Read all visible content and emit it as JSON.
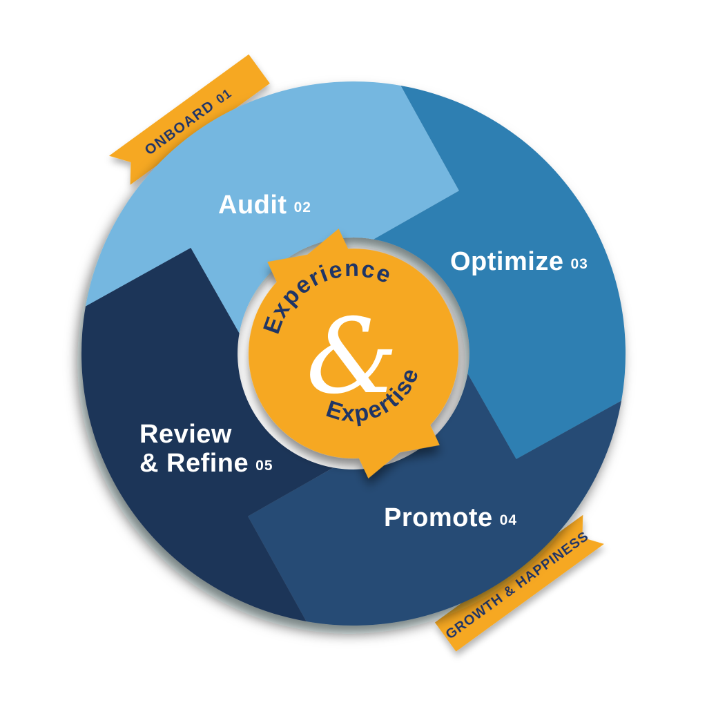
{
  "theme": {
    "orange": "#F6A821",
    "navy": "#1F3566",
    "white": "#FFFFFF",
    "shadow": "#05080F"
  },
  "center": {
    "top": "Experience",
    "amp": "&",
    "bottom": "Expertise"
  },
  "ribbons": {
    "onboard": {
      "label": "ONBOARD",
      "number": "01"
    },
    "growth": {
      "label": "GROWTH & HAPPINESS"
    }
  },
  "wheel": {
    "segments": [
      {
        "label": "Audit",
        "number": "02",
        "color": "#74B7E0"
      },
      {
        "label": "Optimize",
        "number": "03",
        "color": "#2F7FB2"
      },
      {
        "label": "Promote",
        "number": "04",
        "color": "#254C74"
      },
      {
        "label": "Review",
        "label2": "& Refine",
        "number": "05",
        "color": "#1E3458"
      }
    ]
  }
}
